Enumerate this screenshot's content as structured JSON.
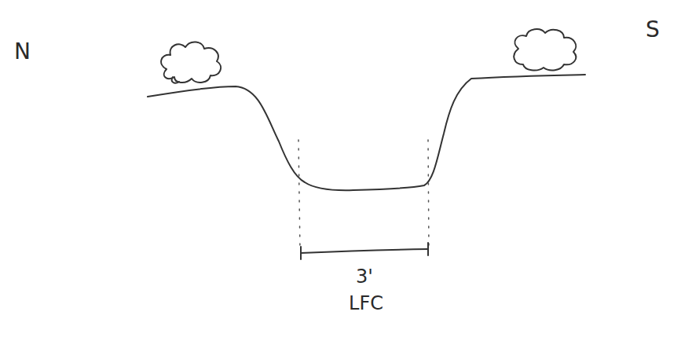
{
  "diagram": {
    "labels": [
      "N",
      "S",
      "3'",
      "LFC"
    ]
  }
}
